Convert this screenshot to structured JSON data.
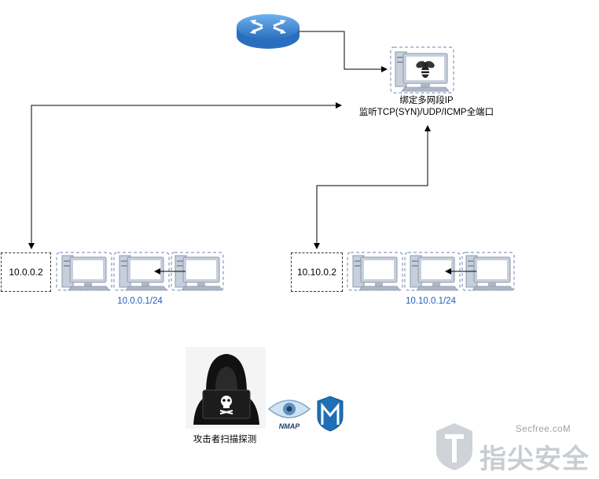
{
  "server": {
    "line1": "绑定多网段IP",
    "line2": "监听TCP(SYN)/UDP/ICMP全端口"
  },
  "subnet_left": {
    "gateway_ip": "10.0.0.2",
    "cidr": "10.0.0.1/24"
  },
  "subnet_right": {
    "gateway_ip": "10.10.0.2",
    "cidr": "10.10.0.1/24"
  },
  "attacker": {
    "label": "攻击者扫描探测"
  },
  "nmap_logo_text": "NMAP",
  "watermark": {
    "site": "Secfree.coM",
    "brand": "指尖安全"
  },
  "colors": {
    "line": "#000000",
    "dashed_blue": "#6b86b8",
    "computer_fill": "#c7cfdc",
    "computer_stroke": "#8d98aa",
    "subnet_text": "#1f5fbf",
    "router": "#4a90d9",
    "watermark": "#c9cdd2"
  }
}
